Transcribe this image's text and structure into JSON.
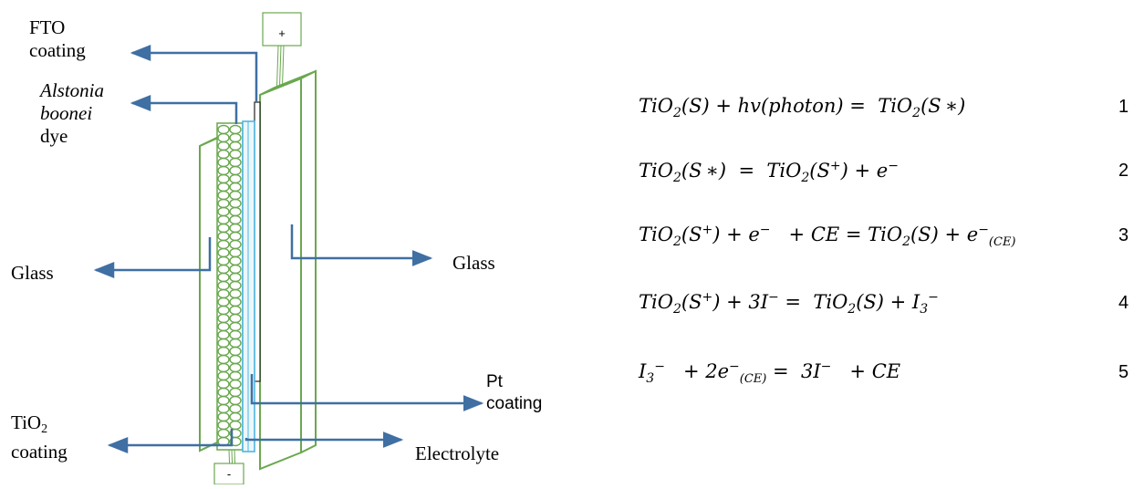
{
  "labels": {
    "fto_line1": "FTO",
    "fto_line2": "coating",
    "dye_line1": "Alstonia",
    "dye_line2": "boonei",
    "dye_line3": "dye",
    "glass_left": "Glass",
    "glass_right": "Glass",
    "pt_line1": "Pt",
    "pt_line2": "coating",
    "tio2_main": "TiO",
    "tio2_sub": "2",
    "tio2_line2": "coating",
    "electrolyte": "Electrolyte",
    "terminal_top": "+",
    "terminal_bottom": "-"
  },
  "equations": [
    {
      "num": "1"
    },
    {
      "num": "2"
    },
    {
      "num": "3"
    },
    {
      "num": "4"
    },
    {
      "num": "5"
    }
  ],
  "colors": {
    "arrow": "#3f6fa3",
    "glass_outline": "#6aa84f",
    "tio2_outline": "#6aa84f",
    "fto_layer": "#4fb6e0",
    "terminal_box": "#6aa84f"
  }
}
